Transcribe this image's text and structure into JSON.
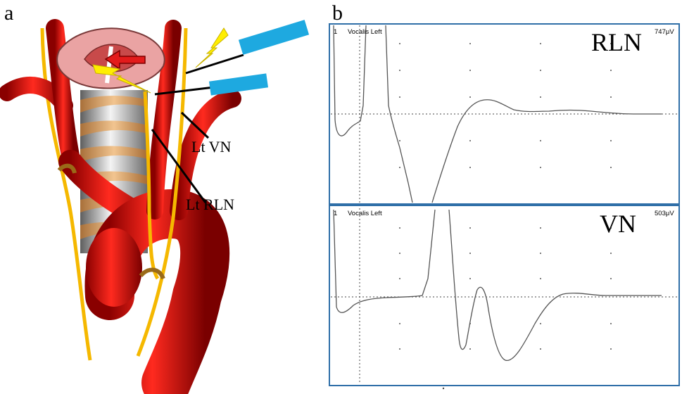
{
  "panels": {
    "a": {
      "label": "a",
      "annotations": {
        "vn": "Lt VN",
        "rln": "Lt RLN"
      }
    },
    "b": {
      "label": "b",
      "traces": [
        {
          "channel_no": "1",
          "channel_name": "Vocalis Left",
          "amplitude": "747μV",
          "title": "RLN"
        },
        {
          "channel_no": "1",
          "channel_name": "Vocalis Left",
          "amplitude": "503μV",
          "title": "VN"
        }
      ]
    }
  },
  "colors": {
    "artery": "#e31b1b",
    "nerve": "#f5b800",
    "probe": "#1ea9e0",
    "stimulus": "#ffee00",
    "tube": "#f2b8b8",
    "frame": "#2f6fa8"
  },
  "icons": {
    "probe": "probe-icon",
    "stimulus": "lightning-icon",
    "direction": "arrow-icon"
  }
}
